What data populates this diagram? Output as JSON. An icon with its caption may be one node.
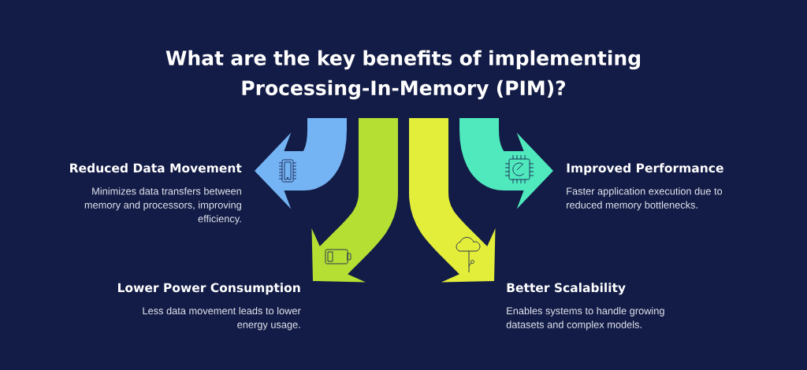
{
  "diagram": {
    "title": "What are the key benefits of implementing Processing-In-Memory (PIM)?",
    "nodes": [
      {
        "text": [
          "Reduced Data Movement",
          "Minimizes data transfers between memory and processors, improving efficiency."
        ]
      },
      {
        "text": [
          "Improved Performance",
          "Faster application execution due to reduced memory bottlenecks."
        ]
      },
      {
        "text": [
          "Lower Power Consumption",
          "Less data movement leads to lower energy usage."
        ]
      },
      {
        "text": [
          "Better Scalability",
          "Enables systems to handle growing datasets and complex models."
        ]
      }
    ],
    "edges": [
      {
        "from": null,
        "to": 0,
        "arrow": "to",
        "color": "#74b4f4"
      },
      {
        "from": null,
        "to": 2,
        "arrow": "to",
        "color": "#b5e033"
      },
      {
        "from": null,
        "to": 3,
        "arrow": "to",
        "color": "#e3ee3a"
      },
      {
        "from": null,
        "to": 1,
        "arrow": "to",
        "color": "#4fe9bd"
      }
    ]
  }
}
